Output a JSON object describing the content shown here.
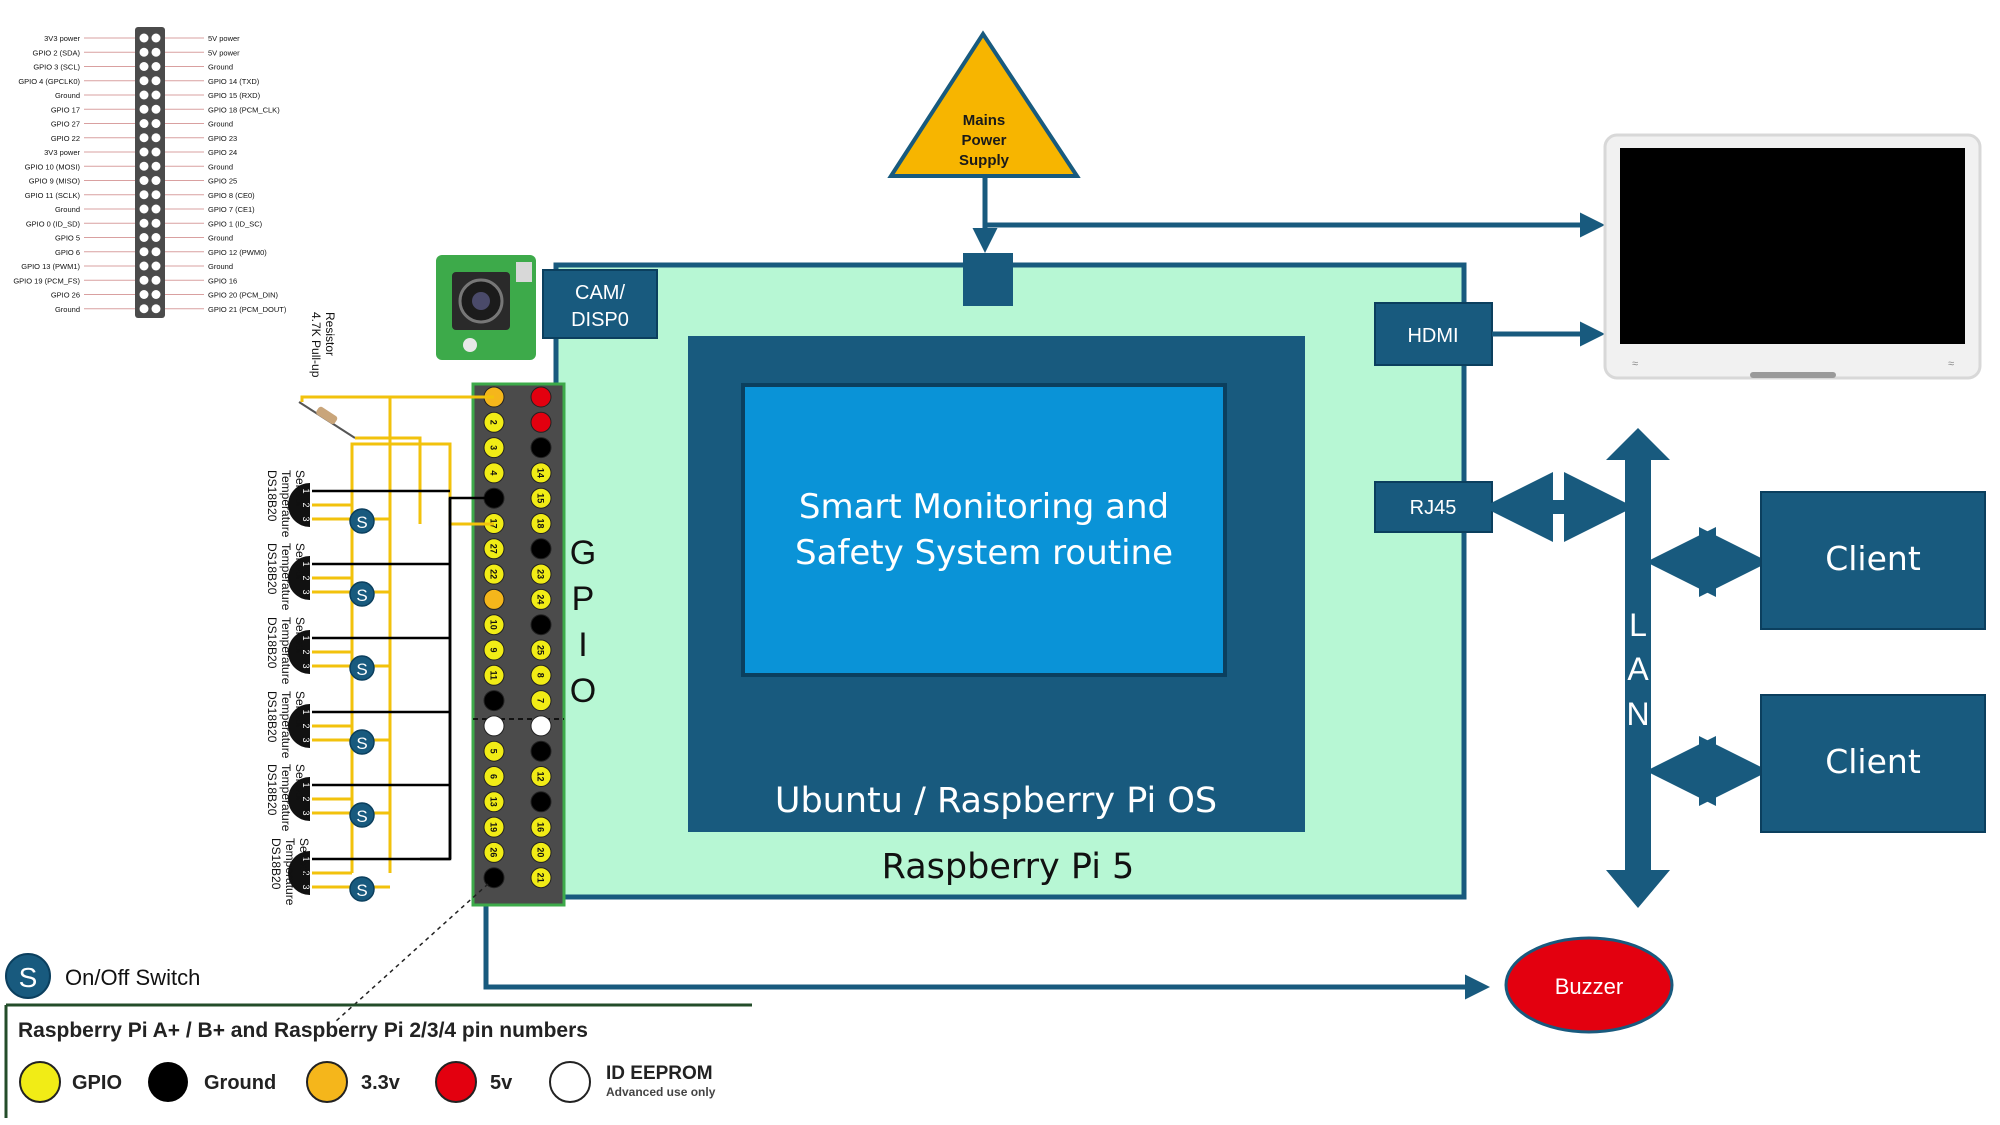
{
  "colors": {
    "pi_board": "#b7f7d4",
    "dark_blue": "#185a7e",
    "routine_blue": "#0a93d7",
    "mains_yellow": "#f7b500",
    "buzzer_red": "#e3000f",
    "wire_yellow": "#f2c20c",
    "pin_yellow": "#f1ec16",
    "pin_orange": "#f5b61b",
    "pin_red": "#e3000f",
    "header_grey": "#4b4b4b"
  },
  "mains": {
    "line1": "Mains",
    "line2": "Power",
    "line3": "Supply"
  },
  "board": {
    "title": "Raspberry Pi 5",
    "os_label": "Ubuntu / Raspberry Pi OS",
    "routine_line1": "Smart  Monitoring and",
    "routine_line2": "Safety System routine",
    "cam_line1": "CAM/",
    "cam_line2": "DISP0",
    "hdmi": "HDMI",
    "rj45": "RJ45"
  },
  "gpio_label": [
    "G",
    "P",
    "I",
    "O"
  ],
  "lan_label": [
    "L",
    "A",
    "N"
  ],
  "clients": [
    "Client",
    "Client"
  ],
  "buzzer": "Buzzer",
  "resistor_label": [
    "4.7K Pull-up",
    "Resistor"
  ],
  "sensor_label": [
    "DS18B20",
    "Temperature",
    "Sensor"
  ],
  "sensor_pins": [
    "1",
    "2",
    "3"
  ],
  "switch_symbol": "S",
  "switch_legend": "On/Off Switch",
  "header_pins": {
    "left": [
      {
        "n": "",
        "c": "orange"
      },
      {
        "n": "2",
        "c": "yellow"
      },
      {
        "n": "3",
        "c": "yellow"
      },
      {
        "n": "4",
        "c": "yellow"
      },
      {
        "n": "",
        "c": "black"
      },
      {
        "n": "17",
        "c": "yellow"
      },
      {
        "n": "27",
        "c": "yellow"
      },
      {
        "n": "22",
        "c": "yellow"
      },
      {
        "n": "",
        "c": "orange"
      },
      {
        "n": "10",
        "c": "yellow"
      },
      {
        "n": "9",
        "c": "yellow"
      },
      {
        "n": "11",
        "c": "yellow"
      },
      {
        "n": "",
        "c": "black"
      },
      {
        "n": "",
        "c": "white"
      },
      {
        "n": "5",
        "c": "yellow"
      },
      {
        "n": "6",
        "c": "yellow"
      },
      {
        "n": "13",
        "c": "yellow"
      },
      {
        "n": "19",
        "c": "yellow"
      },
      {
        "n": "26",
        "c": "yellow"
      },
      {
        "n": "",
        "c": "black"
      }
    ],
    "right": [
      {
        "n": "",
        "c": "red"
      },
      {
        "n": "",
        "c": "red"
      },
      {
        "n": "",
        "c": "black"
      },
      {
        "n": "14",
        "c": "yellow"
      },
      {
        "n": "15",
        "c": "yellow"
      },
      {
        "n": "18",
        "c": "yellow"
      },
      {
        "n": "",
        "c": "black"
      },
      {
        "n": "23",
        "c": "yellow"
      },
      {
        "n": "24",
        "c": "yellow"
      },
      {
        "n": "",
        "c": "black"
      },
      {
        "n": "25",
        "c": "yellow"
      },
      {
        "n": "8",
        "c": "yellow"
      },
      {
        "n": "7",
        "c": "yellow"
      },
      {
        "n": "",
        "c": "white"
      },
      {
        "n": "",
        "c": "black"
      },
      {
        "n": "12",
        "c": "yellow"
      },
      {
        "n": "",
        "c": "black"
      },
      {
        "n": "16",
        "c": "yellow"
      },
      {
        "n": "20",
        "c": "yellow"
      },
      {
        "n": "21",
        "c": "yellow"
      }
    ]
  },
  "pinout": {
    "left": [
      "3V3 power",
      "GPIO 2 (SDA)",
      "GPIO 3 (SCL)",
      "GPIO 4 (GPCLK0)",
      "Ground",
      "GPIO 17",
      "GPIO 27",
      "GPIO 22",
      "3V3 power",
      "GPIO 10 (MOSI)",
      "GPIO 9 (MISO)",
      "GPIO 11 (SCLK)",
      "Ground",
      "GPIO 0 (ID_SD)",
      "GPIO 5",
      "GPIO 6",
      "GPIO 13 (PWM1)",
      "GPIO 19 (PCM_FS)",
      "GPIO 26",
      "Ground"
    ],
    "right": [
      "5V power",
      "5V power",
      "Ground",
      "GPIO 14 (TXD)",
      "GPIO 15 (RXD)",
      "GPIO 18 (PCM_CLK)",
      "Ground",
      "GPIO 23",
      "GPIO 24",
      "Ground",
      "GPIO 25",
      "GPIO 8 (CE0)",
      "GPIO 7 (CE1)",
      "GPIO 1 (ID_SC)",
      "Ground",
      "GPIO 12 (PWM0)",
      "Ground",
      "GPIO 16",
      "GPIO 20 (PCM_DIN)",
      "GPIO 21 (PCM_DOUT)"
    ]
  },
  "legend": {
    "title": "Raspberry Pi A+ / B+ and Raspberry Pi 2/3/4 pin numbers",
    "gpio": "GPIO",
    "ground": "Ground",
    "v33": "3.3v",
    "v5": "5v",
    "eeprom": "ID EEPROM",
    "eeprom_note": "Advanced use only"
  }
}
